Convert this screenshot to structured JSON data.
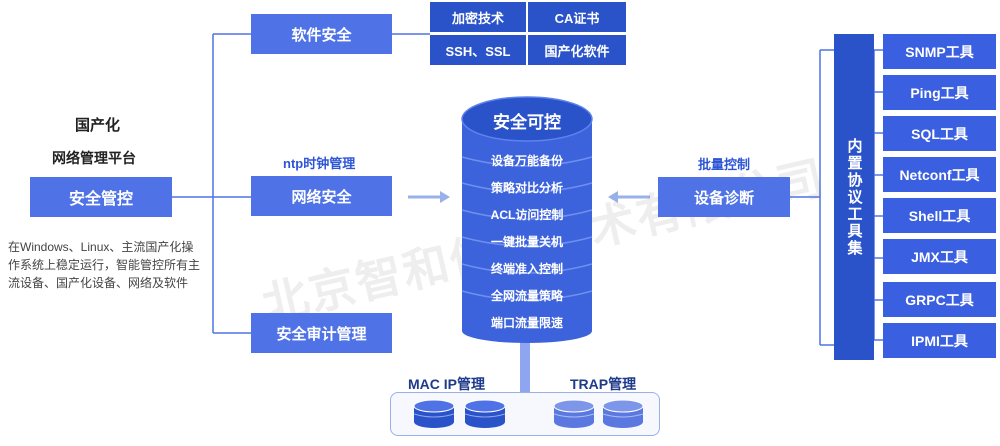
{
  "left": {
    "title1": "国产化",
    "title2": "网络管理平台",
    "main_box": "安全管控",
    "description": "在Windows、Linux、主流国产化操作系统上稳定运行，智能管控所有主流设备、国产化设备、网络及软件"
  },
  "middle_left": {
    "software_security": "软件安全",
    "ntp_label": "ntp时钟管理",
    "network_security": "网络安全",
    "audit": "安全审计管理"
  },
  "features": {
    "encryption": "加密技术",
    "ca": "CA证书",
    "ssh": "SSH、SSL",
    "domestic_software": "国产化软件"
  },
  "center": {
    "top": "安全可控",
    "bands": [
      "设备万能备份",
      "策略对比分析",
      "ACL访问控制",
      "一键批量关机",
      "终端准入控制",
      "全网流量策略",
      "端口流量限速"
    ]
  },
  "right": {
    "batch_label": "批量控制",
    "diagnosis": "设备诊断",
    "builtin_tools": "内置协议工具集",
    "tools": [
      "SNMP工具",
      "Ping工具",
      "SQL工具",
      "Netconf工具",
      "Shell工具",
      "JMX工具",
      "GRPC工具",
      "IPMI工具"
    ]
  },
  "bottom": {
    "mac_ip": "MAC IP管理",
    "trap": "TRAP管理"
  },
  "watermark": "北京智和信通技术有限公司",
  "colors": {
    "primary": "#4f72e6",
    "dark": "#2a52c9",
    "tool": "#3a5fe0"
  }
}
